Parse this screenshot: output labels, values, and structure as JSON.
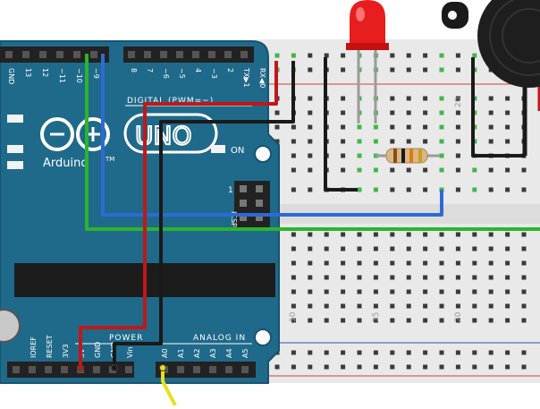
{
  "board": {
    "digital_header_label": "DIGITAL (PWM=~)",
    "pins_digital": [
      "GND",
      "13",
      "12",
      "~11",
      "~10",
      "~9",
      "8",
      "7",
      "~6",
      "~5",
      "4",
      "~3",
      "2",
      "TX▶1",
      "RX◀0"
    ],
    "brand": "Arduino",
    "model": "UNO",
    "on_label": "ON",
    "icsp_label": "ICSP",
    "icsp_pin": "1",
    "power_label": "POWER",
    "analog_label": "ANALOG IN",
    "pins_power": [
      "IOREF",
      "RESET",
      "3V3",
      "5V",
      "GND",
      "GND",
      "Vin"
    ],
    "pins_analog": [
      "A0",
      "A1",
      "A2",
      "A3",
      "A4",
      "A5"
    ]
  },
  "breadboard": {
    "column_numbers": [
      "10",
      "15",
      "20"
    ]
  },
  "colors": {
    "board": "#1f6a8a",
    "board_dark": "#175471",
    "breadboard": "#e9e9e9",
    "wire_red": "#c01818",
    "wire_black": "#1a1a1a",
    "wire_blue": "#2d6ad6",
    "wire_green": "#2bb52b",
    "wire_yellow": "#e8e020",
    "led": "#e81d1d",
    "header": "#222222",
    "hole": "#3a3a3a",
    "hole_green": "#3fb84a"
  }
}
